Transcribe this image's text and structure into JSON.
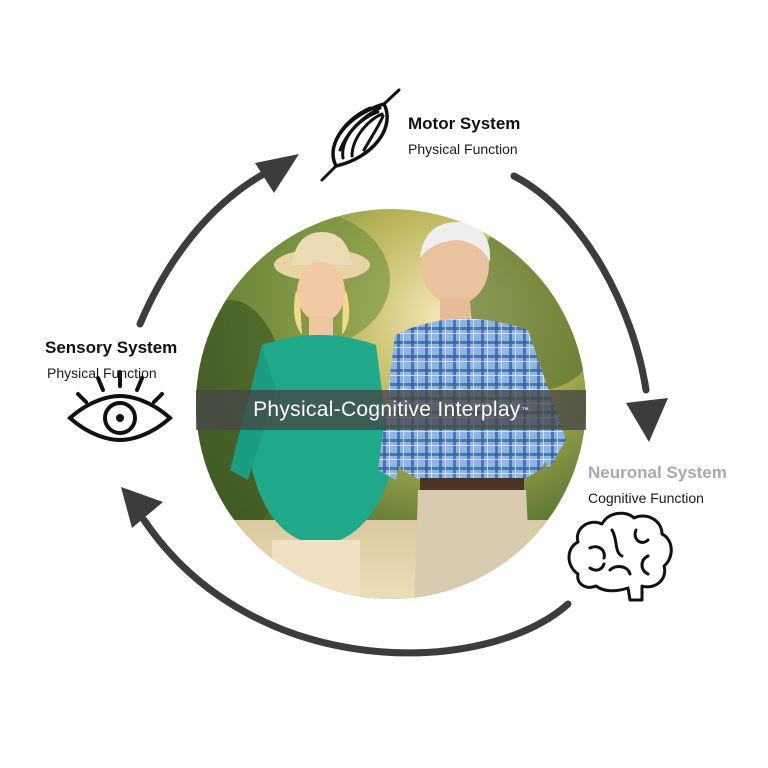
{
  "center": {
    "label": "Physical-Cognitive Interplay",
    "trademark": "™",
    "photo": "older couple walking arm in arm outdoors at sunset"
  },
  "nodes": {
    "motor": {
      "title": "Motor System",
      "subtitle": "Physical Function",
      "icon": "muscle-icon"
    },
    "neuronal": {
      "title": "Neuronal System",
      "subtitle": "Cognitive Function",
      "icon": "brain-icon"
    },
    "sensory": {
      "title": "Sensory System",
      "subtitle": "Physical Function",
      "icon": "eye-icon"
    }
  },
  "colors": {
    "arrow": "#3c3c3c",
    "neuronal_title": "#a9a9a9",
    "band": "#474747"
  }
}
